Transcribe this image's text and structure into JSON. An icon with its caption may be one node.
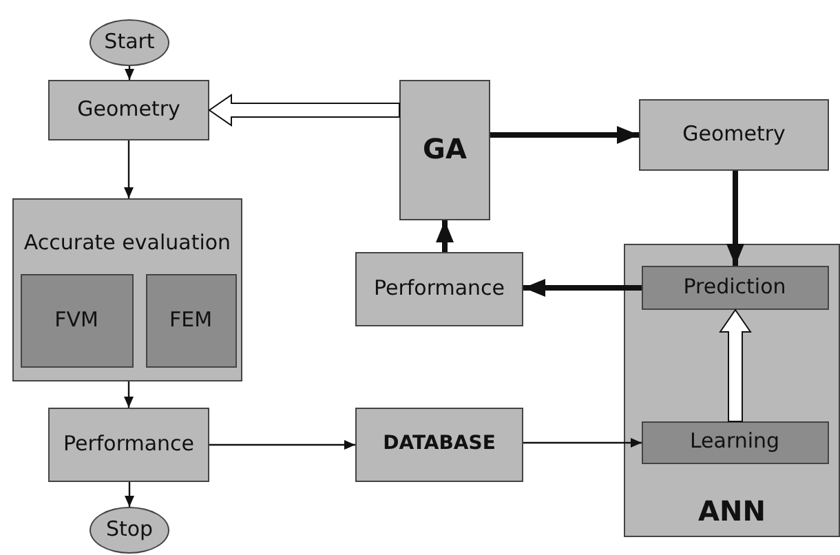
{
  "diagram": {
    "nodes": [
      {
        "text": [
          "Start"
        ]
      },
      {
        "text": [
          "Geometry"
        ]
      },
      {
        "text": [
          "GA"
        ]
      },
      {
        "text": [
          "Geometry"
        ]
      },
      {
        "text": [
          "Accurate evaluation"
        ]
      },
      {
        "text": [
          "FVM"
        ],
        "in": 4
      },
      {
        "text": [
          "FEM"
        ],
        "in": 4
      },
      {
        "text": [
          "Performance"
        ]
      },
      {
        "text": [
          "ANN"
        ]
      },
      {
        "text": [
          "Prediction"
        ],
        "in": 8
      },
      {
        "text": [
          "Learning"
        ],
        "in": 8
      },
      {
        "text": [
          "Performance"
        ]
      },
      {
        "text": [
          "DATABASE"
        ]
      },
      {
        "text": [
          "Stop"
        ]
      }
    ],
    "edges": [
      {
        "from": 0,
        "to": 1,
        "arrow": "to"
      },
      {
        "from": 1,
        "to": 4,
        "arrow": "to"
      },
      {
        "from": 4,
        "to": 11,
        "arrow": "to"
      },
      {
        "from": 11,
        "to": 13,
        "arrow": "to"
      },
      {
        "from": 11,
        "to": 12,
        "arrow": "to"
      },
      {
        "from": 12,
        "to": 10,
        "arrow": "to"
      },
      {
        "from": 10,
        "to": 9,
        "arrow": "to",
        "style": "thick",
        "color": "#ffffff"
      },
      {
        "from": 2,
        "to": 1,
        "arrow": "to",
        "style": "thick",
        "color": "#ffffff"
      },
      {
        "from": 2,
        "to": 3,
        "arrow": "to",
        "style": "thick"
      },
      {
        "from": 3,
        "to": 9,
        "arrow": "to",
        "style": "thick"
      },
      {
        "from": 9,
        "to": 7,
        "arrow": "to",
        "style": "thick"
      },
      {
        "from": 7,
        "to": 2,
        "arrow": "to",
        "style": "thick"
      }
    ]
  }
}
